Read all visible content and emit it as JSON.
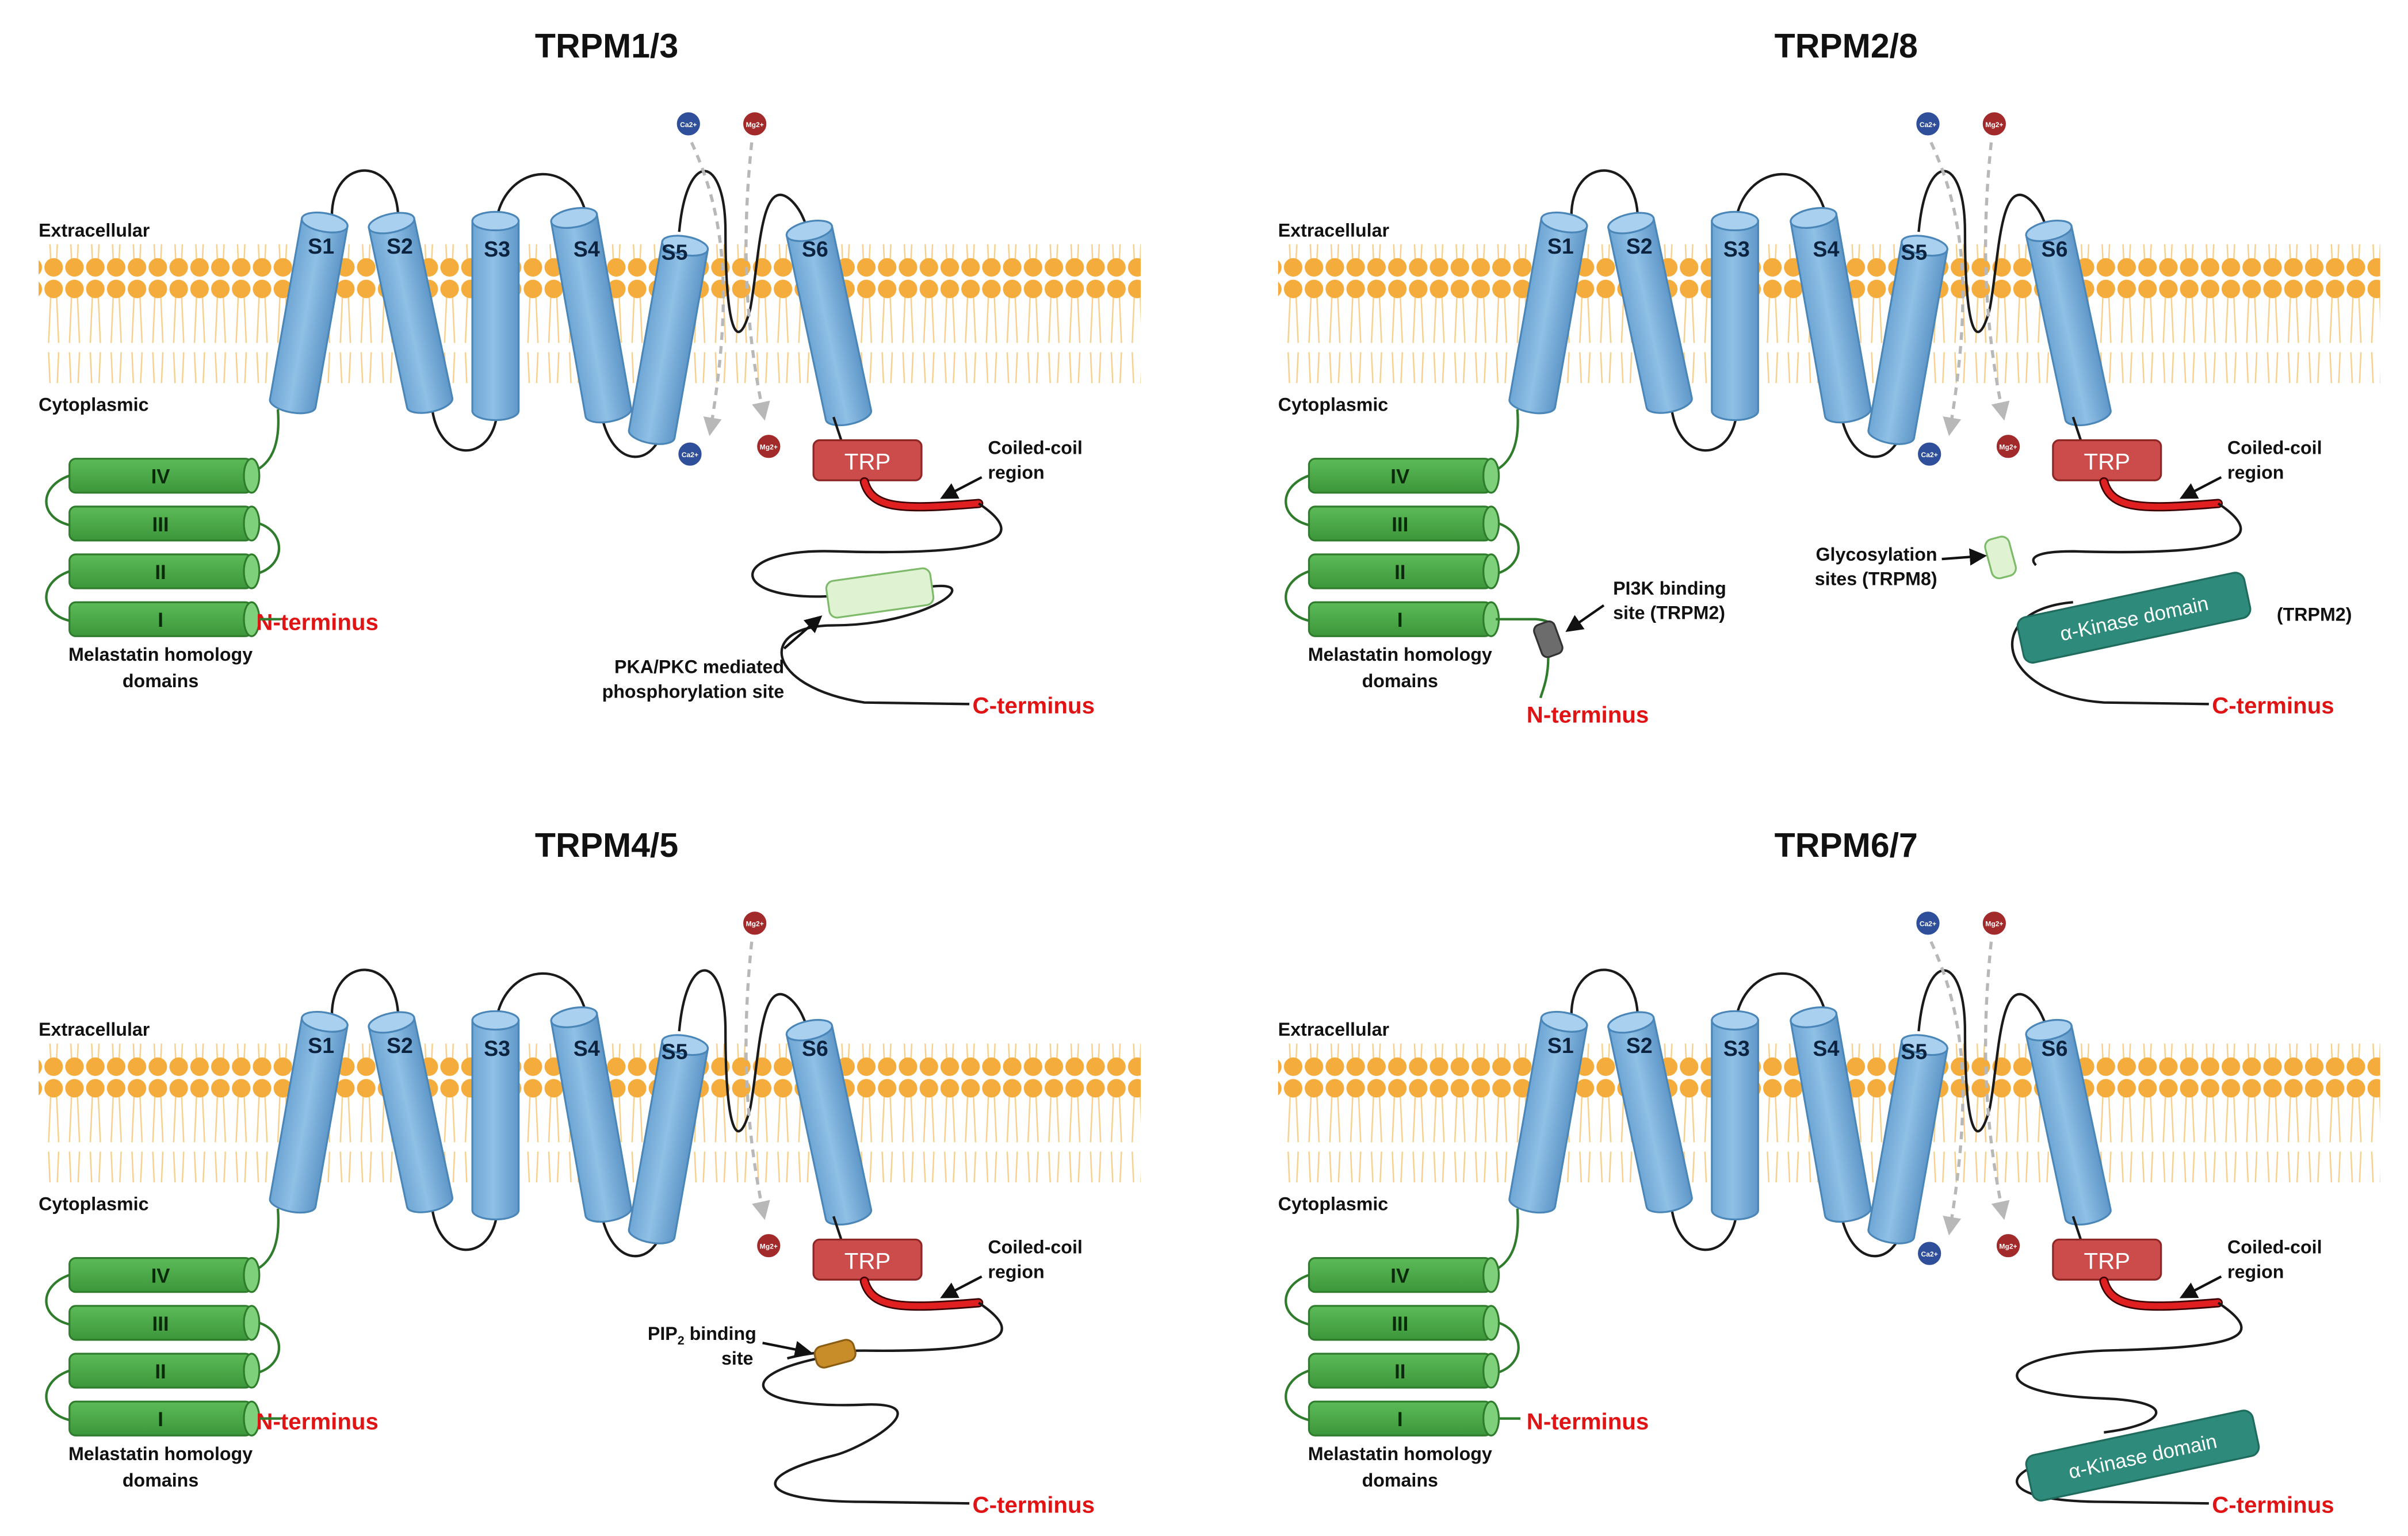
{
  "colors": {
    "membrane_head": "#f4ad3d",
    "helix_fill": "#7fb3dc",
    "helix_stroke": "#4a86b8",
    "mhr_fill": "#4da84a",
    "mhr_stroke": "#2f7d2c",
    "trp_fill": "#cc4b4b",
    "coil_red": "#e02020",
    "ca_ion": "#2f4f9a",
    "mg_ion": "#a32a2a",
    "kinase_fill": "#2e8a7a",
    "light_green": "#dff3d3",
    "pip2": "#c88d28",
    "pi3k": "#6c6c6c",
    "terminus_red": "#e01414"
  },
  "common": {
    "extracellular": "Extracellular",
    "cytoplasmic": "Cytoplasmic",
    "helices": [
      "S1",
      "S2",
      "S3",
      "S4",
      "S5",
      "S6"
    ],
    "mhr": [
      "IV",
      "III",
      "II",
      "I"
    ],
    "mhr_caption_1": "Melastatin homology",
    "mhr_caption_2": "domains",
    "trp": "TRP",
    "coiled_1": "Coiled-coil",
    "coiled_2": "region",
    "n_terminus": "N-terminus",
    "c_terminus": "C-terminus",
    "ca_ion": "Ca2+",
    "mg_ion": "Mg2+"
  },
  "panels": [
    {
      "title": "TRPM1/3",
      "pka_1": "PKA/PKC mediated",
      "pka_2": "phosphorylation site"
    },
    {
      "title": "TRPM2/8",
      "pi3k_1": "PI3K binding",
      "pi3k_2": "site (TRPM2)",
      "glyco_1": "Glycosylation",
      "glyco_2": "sites (TRPM8)",
      "kinase": "α-Kinase domain",
      "kinase_note": "(TRPM2)"
    },
    {
      "title": "TRPM4/5",
      "pip2_1": "PIP",
      "pip2_sub": "2",
      "pip2_2": "binding",
      "pip2_3": "site"
    },
    {
      "title": "TRPM6/7",
      "kinase": "α-Kinase domain"
    }
  ]
}
